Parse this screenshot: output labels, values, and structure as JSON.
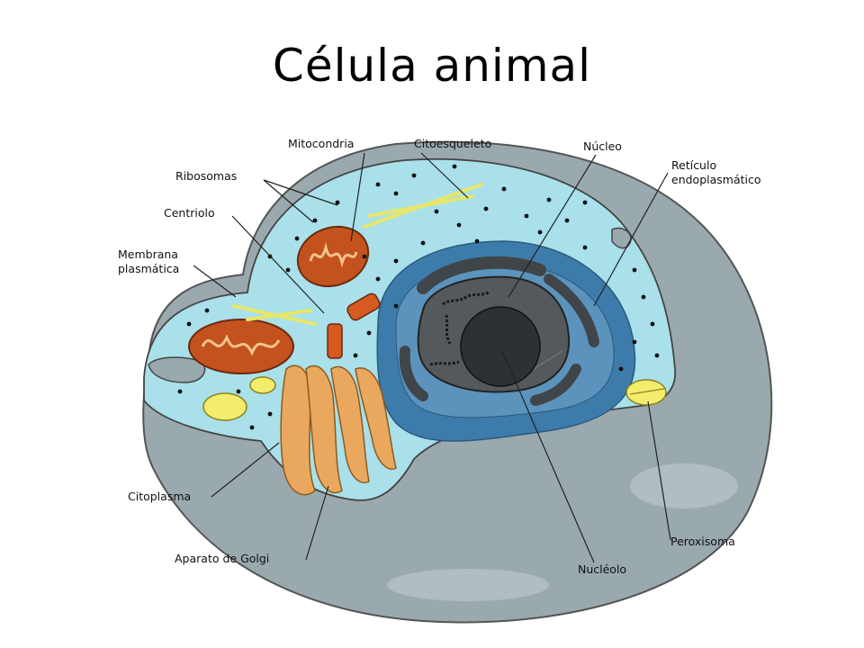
{
  "title": "Célula animal",
  "labels": {
    "mitocondria": "Mitocondria",
    "citoesqueleto": "Citoesqueleto",
    "nucleo": "Núcleo",
    "reticulo_1": "Retículo",
    "reticulo_2": "endoplasmático",
    "ribosomas": "Ribosomas",
    "centriolo": "Centriolo",
    "membrana_1": "Membrana",
    "membrana_2": "plasmática",
    "citoplasma": "Citoplasma",
    "golgi": "Aparato de Golgi",
    "nucleolo": "Nucléolo",
    "peroxisoma": "Peroxisoma"
  },
  "colors": {
    "cytoplasm": "#a9e0ea",
    "membrane": "#9aa9ad",
    "nucleus": "#4d5357",
    "er": "#3d7caa",
    "mitochondria": "#c4521e",
    "golgi": "#e9a85e",
    "peroxisome": "#f4ec6c",
    "cytoskeleton": "#e6e66a"
  }
}
